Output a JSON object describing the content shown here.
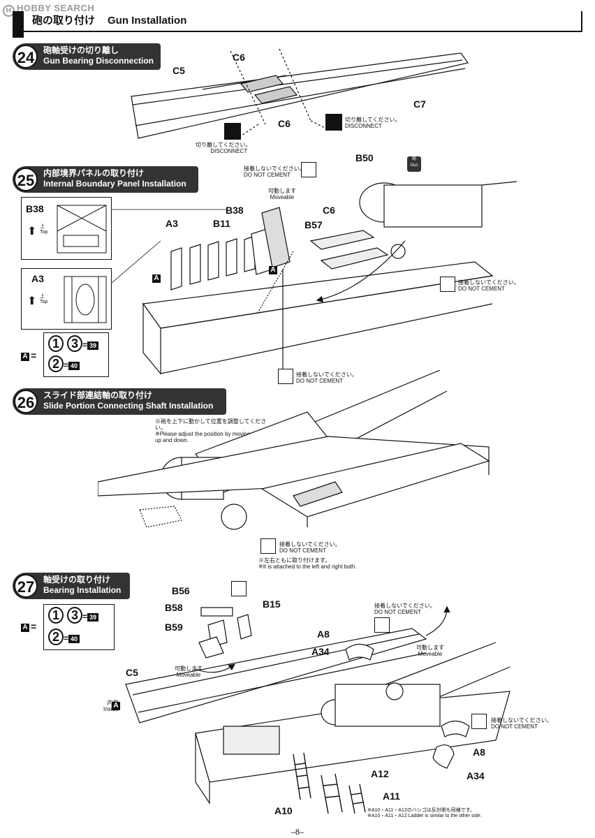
{
  "watermark": "HOBBY SEARCH",
  "header": {
    "jp": "砲の取り付け",
    "en": "Gun Installation"
  },
  "steps": [
    {
      "num": "24",
      "jp": "砲軸受けの切り離し",
      "en": "Gun Bearing Disconnection"
    },
    {
      "num": "25",
      "jp": "内部境界パネルの取り付け",
      "en": "Internal Boundary Panel Installation"
    },
    {
      "num": "26",
      "jp": "スライド部連結軸の取り付け",
      "en": "Slide Portion Connecting Shaft Installation"
    },
    {
      "num": "27",
      "jp": "軸受けの取り付け",
      "en": "Bearing Installation"
    }
  ],
  "labels": {
    "c5": "C5",
    "c6": "C6",
    "c7": "C7",
    "b50": "B50",
    "b38": "B38",
    "b11": "B11",
    "b57": "B57",
    "a3": "A3",
    "b56": "B56",
    "b58": "B58",
    "b59": "B59",
    "b15": "B15",
    "a8": "A8",
    "a34": "A34",
    "a10": "A10",
    "a11": "A11",
    "a12": "A12",
    "a": "A",
    "eq": "=",
    "top_jp": "上",
    "top_en": "Top",
    "gun_jp": "砲",
    "gun_en": "Gun",
    "inside_jp": "内側",
    "inside_en": "Inside",
    "n1": "1",
    "n2": "2",
    "n3": "3",
    "n39": "39",
    "n40": "40"
  },
  "notes": {
    "disconnect_jp": "切り離してください。",
    "disconnect_en": "DISCONNECT",
    "no_cement_jp": "接着しないでください。",
    "no_cement_en": "DO NOT CEMENT",
    "moveable_jp": "可動します",
    "moveable_en": "Moveable",
    "adjust_jp": "※砲を上下に動かして位置を調整してください。",
    "adjust_en": "※Please adjust the position by moving the gun up and down.",
    "both_jp": "※左右ともに取り付けます。",
    "both_en": "※It is attached to the left and right both.",
    "ladder_jp": "※A10・A11・A12のハシゴは反対側も同様です。",
    "ladder_en": "※A10・A11・A12 Ladder is similar to the other side."
  },
  "page_number": "–8–"
}
